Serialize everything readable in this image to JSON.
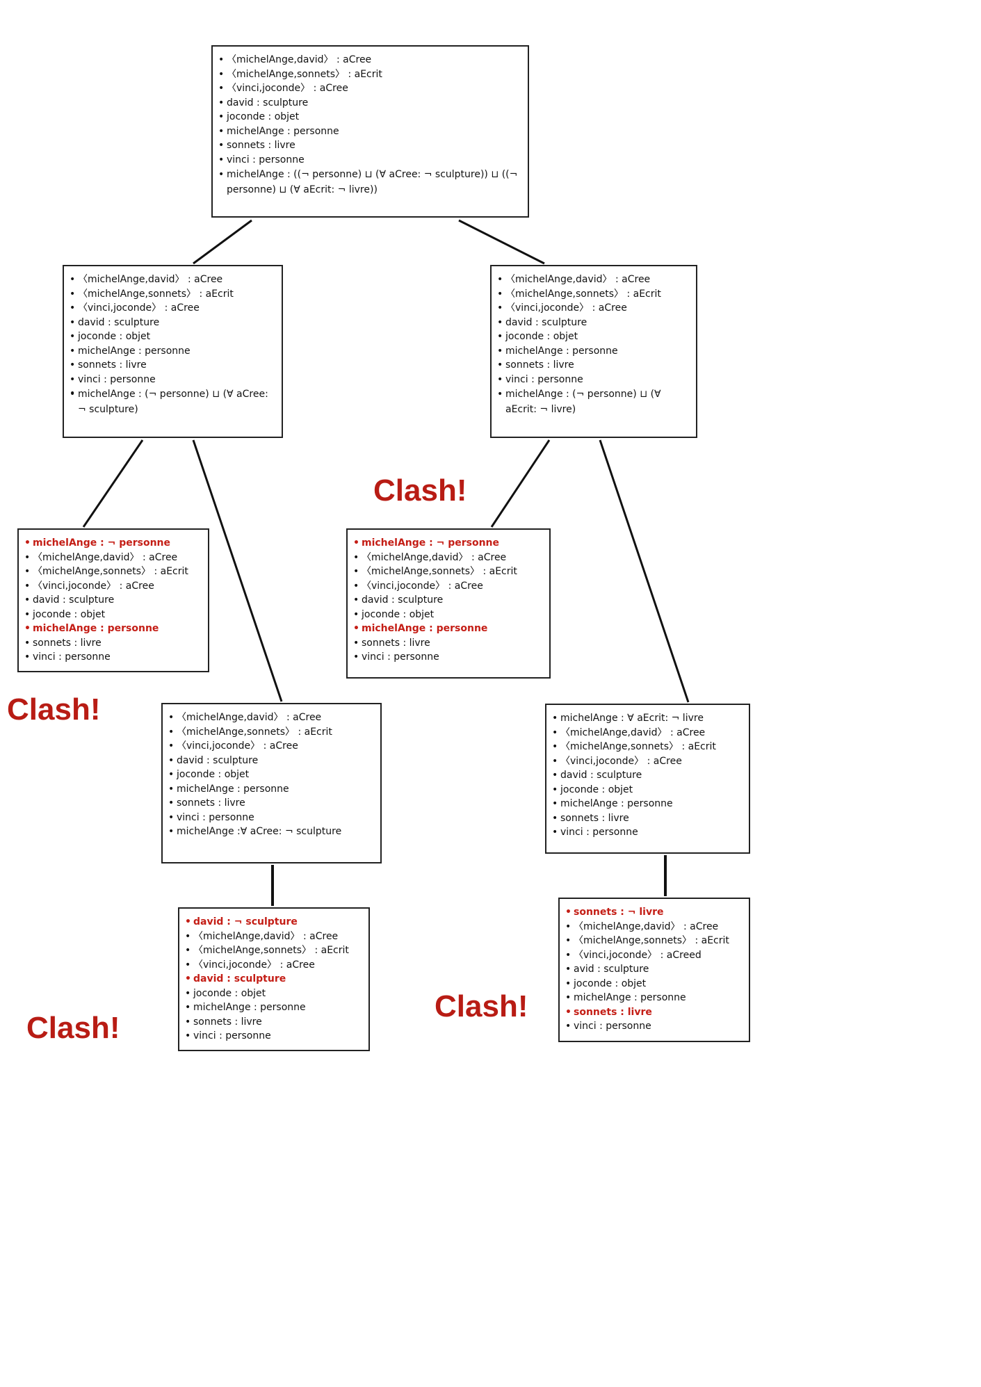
{
  "tree": {
    "nodes": [
      {
        "id": "n0",
        "items": [
          {
            "text": "〈michelAnge,david〉  : aCree"
          },
          {
            "text": "〈michelAnge,sonnets〉  : aEcrit"
          },
          {
            "text": "〈vinci,joconde〉  : aCree"
          },
          {
            "text": "david : sculpture"
          },
          {
            "text": "joconde : objet"
          },
          {
            "text": "michelAnge : personne"
          },
          {
            "text": "sonnets : livre"
          },
          {
            "text": "vinci : personne"
          },
          {
            "text": "michelAnge : ((¬ personne) ⊔ (∀ aCree: ¬ sculpture)) ⊔ ((¬ personne) ⊔ (∀ aEcrit: ¬ livre))",
            "wrap": true
          }
        ]
      },
      {
        "id": "n1",
        "items": [
          {
            "text": "〈michelAnge,david〉  : aCree"
          },
          {
            "text": "〈michelAnge,sonnets〉  : aEcrit"
          },
          {
            "text": "〈vinci,joconde〉  : aCree"
          },
          {
            "text": "david : sculpture"
          },
          {
            "text": "joconde : objet"
          },
          {
            "text": "michelAnge : personne"
          },
          {
            "text": "sonnets : livre"
          },
          {
            "text": "vinci : personne"
          },
          {
            "text": ""
          },
          {
            "text": "michelAnge : (¬ personne) ⊔ (∀ aCree: ¬ sculpture)",
            "wrap": true
          }
        ]
      },
      {
        "id": "n2",
        "items": [
          {
            "text": "〈michelAnge,david〉  : aCree"
          },
          {
            "text": "〈michelAnge,sonnets〉  : aEcrit"
          },
          {
            "text": "〈vinci,joconde〉  : aCree"
          },
          {
            "text": "david : sculpture"
          },
          {
            "text": "joconde : objet"
          },
          {
            "text": "michelAnge : personne"
          },
          {
            "text": "sonnets : livre"
          },
          {
            "text": "vinci : personne"
          },
          {
            "text": "michelAnge : (¬ personne) ⊔ (∀ aEcrit: ¬ livre)",
            "wrap": true
          }
        ]
      },
      {
        "id": "n3",
        "items": [
          {
            "text": "michelAnge : ¬ personne",
            "hl": true
          },
          {
            "text": "〈michelAnge,david〉  : aCree"
          },
          {
            "text": "〈michelAnge,sonnets〉  : aEcrit"
          },
          {
            "text": "〈vinci,joconde〉  : aCree"
          },
          {
            "text": "david : sculpture"
          },
          {
            "text": "joconde : objet"
          },
          {
            "text": "michelAnge : personne",
            "hl": true
          },
          {
            "text": "sonnets : livre"
          },
          {
            "text": "vinci : personne"
          }
        ]
      },
      {
        "id": "n4",
        "items": [
          {
            "text": "michelAnge : ¬ personne",
            "hl": true
          },
          {
            "text": "〈michelAnge,david〉  : aCree"
          },
          {
            "text": "〈michelAnge,sonnets〉  : aEcrit"
          },
          {
            "text": "〈vinci,joconde〉  : aCree"
          },
          {
            "text": "david : sculpture"
          },
          {
            "text": "joconde : objet"
          },
          {
            "text": "michelAnge : personne",
            "hl": true
          },
          {
            "text": "sonnets : livre"
          },
          {
            "text": "vinci : personne"
          }
        ]
      },
      {
        "id": "n5",
        "items": [
          {
            "text": "〈michelAnge,david〉  : aCree"
          },
          {
            "text": "〈michelAnge,sonnets〉  : aEcrit"
          },
          {
            "text": "〈vinci,joconde〉  : aCree"
          },
          {
            "text": "david : sculpture"
          },
          {
            "text": "joconde : objet"
          },
          {
            "text": "michelAnge : personne"
          },
          {
            "text": "sonnets : livre"
          },
          {
            "text": "vinci : personne"
          },
          {
            "text": "michelAnge :∀ aCree: ¬ sculpture"
          }
        ]
      },
      {
        "id": "n6",
        "items": [
          {
            "text": "michelAnge : ∀ aEcrit: ¬ livre"
          },
          {
            "text": "〈michelAnge,david〉  : aCree"
          },
          {
            "text": "〈michelAnge,sonnets〉  : aEcrit"
          },
          {
            "text": "〈vinci,joconde〉  : aCree"
          },
          {
            "text": "david : sculpture"
          },
          {
            "text": "joconde : objet"
          },
          {
            "text": "michelAnge : personne"
          },
          {
            "text": "sonnets : livre"
          },
          {
            "text": "vinci : personne"
          }
        ]
      },
      {
        "id": "n7",
        "items": [
          {
            "text": "david : ¬ sculpture",
            "hl": true
          },
          {
            "text": "〈michelAnge,david〉  : aCree"
          },
          {
            "text": "〈michelAnge,sonnets〉  : aEcrit"
          },
          {
            "text": "〈vinci,joconde〉  : aCree"
          },
          {
            "text": "david : sculpture",
            "hl": true
          },
          {
            "text": "joconde : objet"
          },
          {
            "text": "michelAnge : personne"
          },
          {
            "text": "sonnets : livre"
          },
          {
            "text": "vinci : personne"
          }
        ]
      },
      {
        "id": "n8",
        "items": [
          {
            "text": "sonnets : ¬ livre",
            "hl": true
          },
          {
            "text": "〈michelAnge,david〉  : aCree"
          },
          {
            "text": "〈michelAnge,sonnets〉  : aEcrit"
          },
          {
            "text": "〈vinci,joconde〉  : aCreed"
          },
          {
            "text": "avid : sculpture"
          },
          {
            "text": "joconde : objet"
          },
          {
            "text": "michelAnge : personne"
          },
          {
            "text": "sonnets : livre",
            "hl": true
          },
          {
            "text": "vinci : personne"
          }
        ]
      }
    ],
    "edges": [
      {
        "from": "n0",
        "to": "n1"
      },
      {
        "from": "n0",
        "to": "n2"
      },
      {
        "from": "n1",
        "to": "n3"
      },
      {
        "from": "n1",
        "to": "n5"
      },
      {
        "from": "n2",
        "to": "n4"
      },
      {
        "from": "n2",
        "to": "n6"
      },
      {
        "from": "n5",
        "to": "n7"
      },
      {
        "from": "n6",
        "to": "n8"
      }
    ],
    "clash_labels": [
      "Clash!",
      "Clash!",
      "Clash!",
      "Clash!"
    ]
  },
  "colors": {
    "clash": "#b81c14",
    "highlight": "#c41e16",
    "border": "#222222"
  }
}
